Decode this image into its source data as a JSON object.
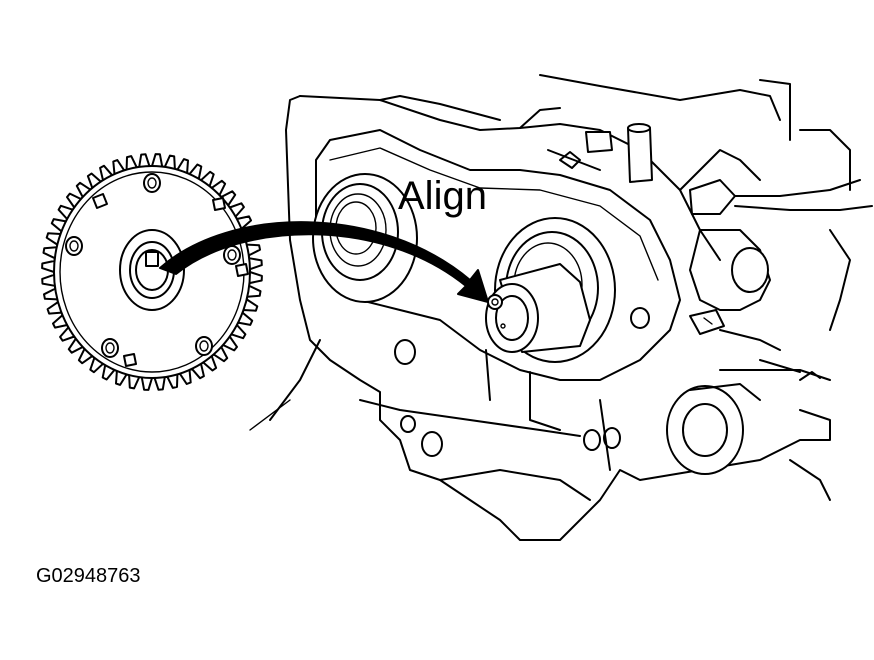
{
  "callout": {
    "label": "Align"
  },
  "figure": {
    "id": "G02948763"
  },
  "colors": {
    "ink": "#000000",
    "paper": "#ffffff"
  },
  "parts": {
    "gear": "camshaft-timing-gear",
    "camshaft": "camshaft-end",
    "head": "cylinder-head"
  }
}
